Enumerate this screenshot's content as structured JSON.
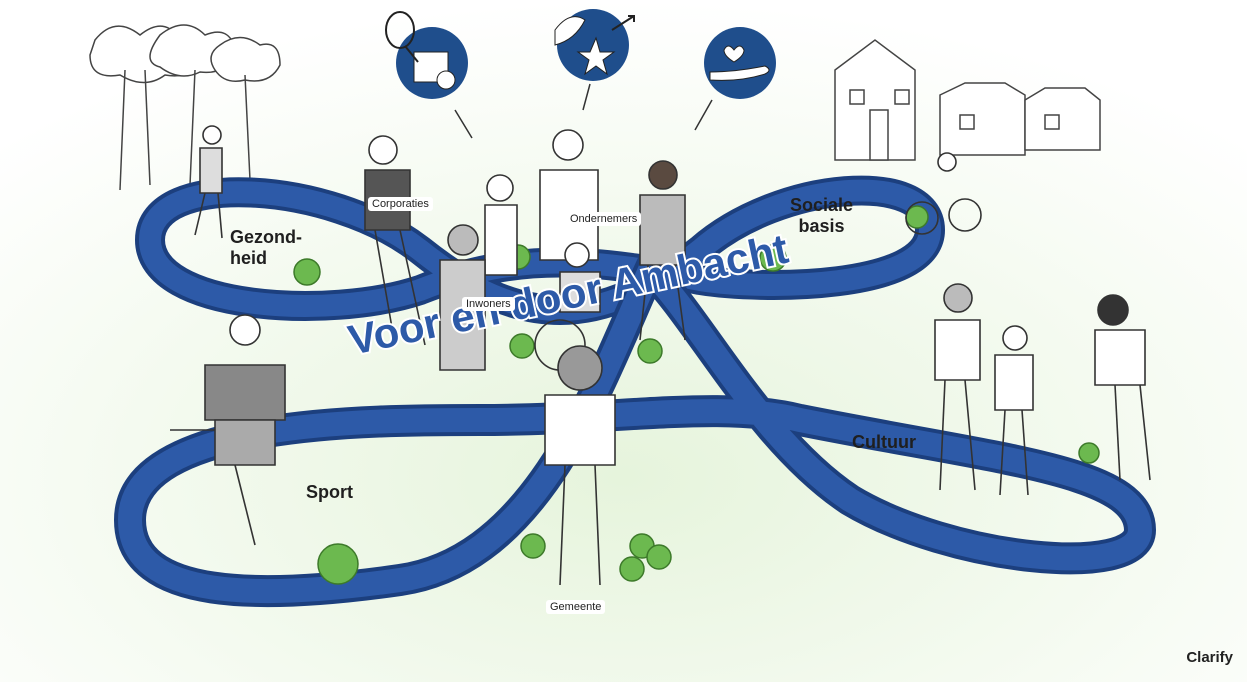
{
  "slogan": "Voor en door Ambacht",
  "domains": {
    "health": "Gezond-\nheid",
    "social": "Sociale\nbasis",
    "sport": "Sport",
    "culture": "Cultuur"
  },
  "stakeholders": {
    "corporations": "Corporaties",
    "entrepreneurs": "Ondernemers",
    "residents": "Inwoners",
    "municipality": "Gemeente"
  },
  "brand": "Clarify",
  "colors": {
    "track": "#2d5aa8",
    "track_dark": "#1c3f7e",
    "ball": "#6cb94f",
    "ground": "#dff0d6",
    "icon_bg": "#1f4e8c"
  }
}
